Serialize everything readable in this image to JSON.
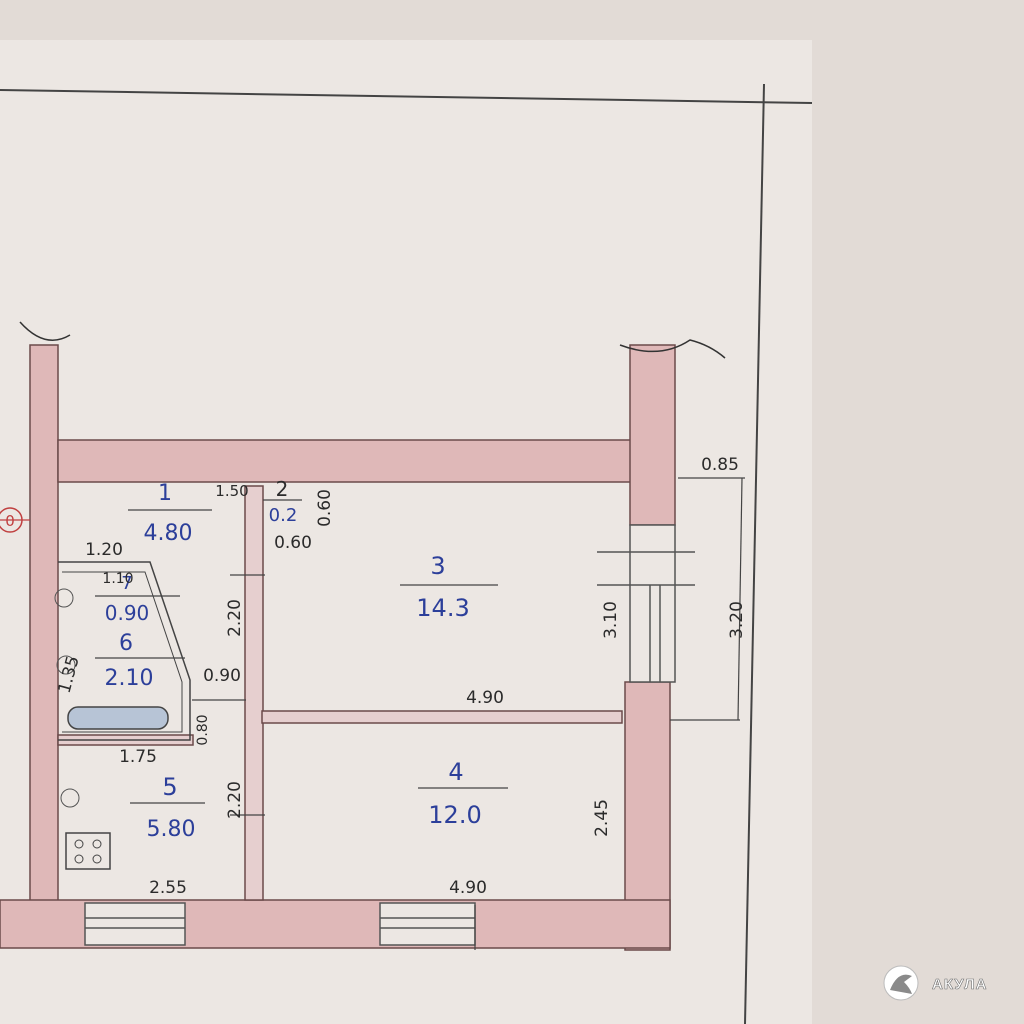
{
  "rooms": [
    {
      "number": "1",
      "area": "4.80"
    },
    {
      "number": "2",
      "area": "0.2"
    },
    {
      "number": "3",
      "area": "14.3"
    },
    {
      "number": "4",
      "area": "12.0"
    },
    {
      "number": "5",
      "area": "5.80"
    },
    {
      "number": "6",
      "area": "2.10"
    },
    {
      "number": "7",
      "area": "0.90"
    }
  ],
  "dimensions": {
    "d_085": "0.85",
    "d_320": "3.20",
    "d_310": "3.10",
    "d_490_mid": "4.90",
    "d_245": "2.45",
    "d_490_bottom": "4.90",
    "d_255": "2.55",
    "d_175": "1.75",
    "d_135": "1.35",
    "d_120": "1.20",
    "d_110": "1.10",
    "d_090": "0.90",
    "d_080": "0.80",
    "d_220_upper": "2.20",
    "d_220_lower": "2.20",
    "d_060_a": "0.60",
    "d_060_b": "0.60",
    "d_150": "1.50"
  },
  "axis_marker": "0",
  "watermark": {
    "brand": "АКУЛА"
  }
}
